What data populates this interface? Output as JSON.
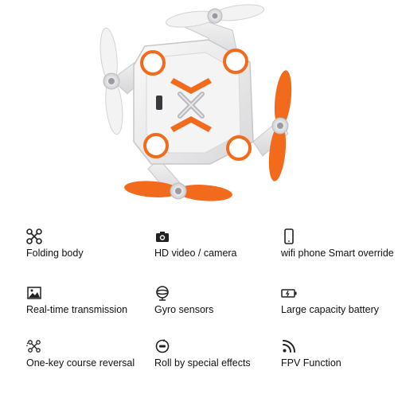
{
  "colors": {
    "accent": "#f26a1b",
    "body": "#ededee",
    "text": "#111111"
  },
  "features": [
    {
      "label": "Folding body",
      "icon": "drone-icon"
    },
    {
      "label": "HD video / camera",
      "icon": "camera-icon"
    },
    {
      "label": "wifi phone Smart override",
      "icon": "phone-icon"
    },
    {
      "label": "Real-time transmission",
      "icon": "image-icon"
    },
    {
      "label": "Gyro sensors",
      "icon": "gyro-icon"
    },
    {
      "label": "Large capacity battery",
      "icon": "battery-icon"
    },
    {
      "label": "One-key course reversal",
      "icon": "drone-reverse-icon"
    },
    {
      "label": "Roll by special effects",
      "icon": "roll-360-icon"
    },
    {
      "label": "FPV Function",
      "icon": "wifi-signal-icon"
    }
  ]
}
